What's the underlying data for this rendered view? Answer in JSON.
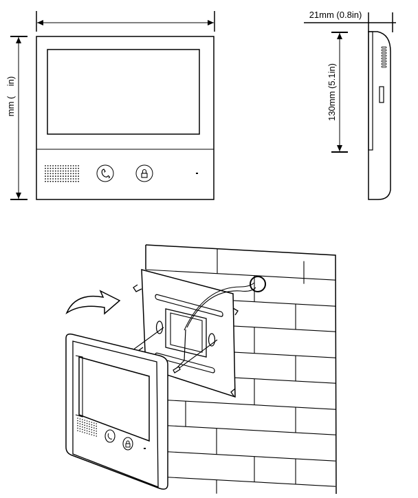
{
  "front_view": {
    "height_label": "mm (    in)"
  },
  "side_view": {
    "depth_label": "21mm (0.8in)",
    "height_label": "130mm (5.1in)"
  },
  "icons": {
    "call": "phone-handset-icon",
    "unlock": "padlock-icon",
    "direction": "curved-arrow-icon"
  }
}
